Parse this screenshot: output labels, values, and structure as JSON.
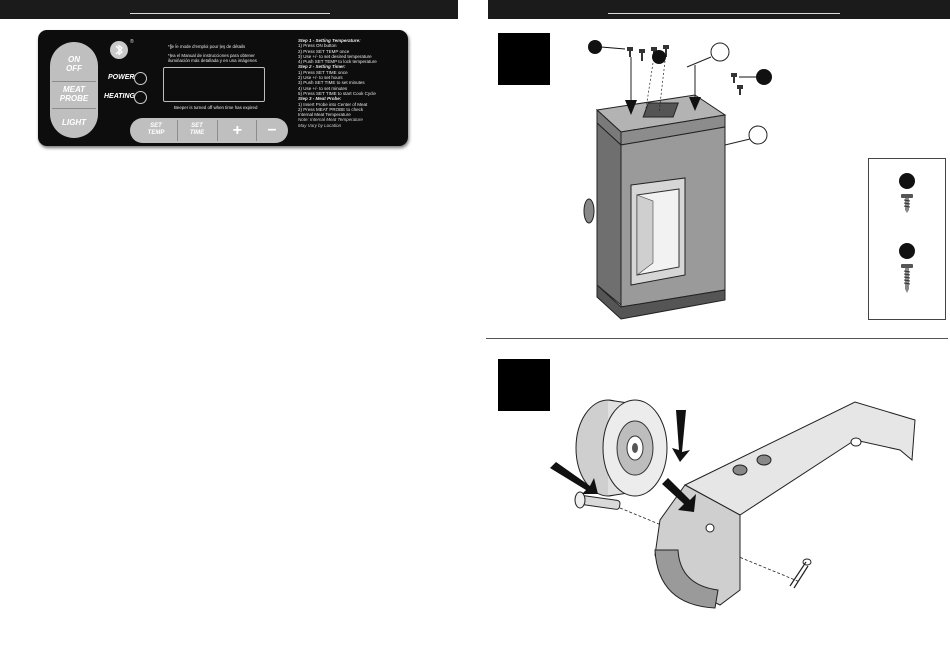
{
  "control_panel": {
    "buttons": {
      "on": "ON",
      "off": "OFF",
      "meat": "MEAT",
      "probe": "PROBE",
      "light": "LIGHT"
    },
    "bluetooth_icon": "bluetooth-icon",
    "registered_mark": "®",
    "indicators": {
      "power": "POWER",
      "heating": "HEATING"
    },
    "note_top_1": "*ļĵe ĺe mode d'emploi pour ļeş de détails",
    "note_top_2": "*ļea el Manual de instrucciones para obtener",
    "note_top_3": "ilumińación más detallada y en una imágenes",
    "note_bottom": "Beeper is turned off when time has expired",
    "keys": {
      "set": "SET",
      "temp": "TEMP",
      "time": "TIME",
      "plus": "+",
      "minus": "–"
    },
    "steps": [
      {
        "heading": "Step 1 - Setting Temperature:",
        "lines": [
          "1) Press ON button",
          "2) Press SET TEMP once",
          "3) Use +/- to set desired temperature",
          "4) Push SET TEMP to lock temperature"
        ]
      },
      {
        "heading": "Step 2 - Setting Timer:",
        "lines": [
          "1) Press SET TIME once",
          "2) Use +/- to set hours",
          "3) Push SET TIME to set minutes",
          "4) Use +/- to set minutes",
          "5) Press SET TIME to start Cook Cycle"
        ]
      },
      {
        "heading": "Step 3 - Meat Probe:",
        "lines": [
          "1) Insert Probe into Center of Meat",
          "2) Press MEAT PROBE to check",
          "Internal Meat Temperature"
        ]
      }
    ],
    "footnote_1": "Note: Internal Meat Temperature",
    "footnote_2": "May Vary by Location"
  },
  "figure_icons": {
    "smoker": "smoker-cabinet-illustration",
    "wheel": "wheel-illustration",
    "bracket": "wheel-bracket-illustration",
    "axle": "axle-pin-illustration",
    "cotter": "cotter-pin-illustration",
    "screw_a": "short-screw-icon",
    "screw_b": "long-screw-icon"
  },
  "colors": {
    "header": "#1b1b1b",
    "panel": "#0d0d0d",
    "panel_button": "#bfbfbf",
    "step_box": "#000000"
  }
}
